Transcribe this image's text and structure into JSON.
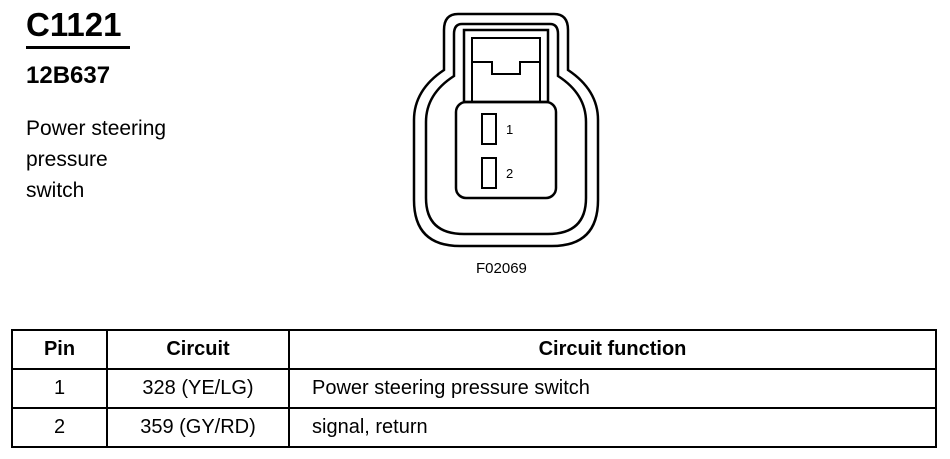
{
  "connector": {
    "code": "C1121",
    "part_number": "12B637",
    "description_lines": [
      "Power steering",
      "pressure",
      "switch"
    ],
    "figure_id": "F02069"
  },
  "diagram": {
    "pin_labels": [
      "1",
      "2"
    ]
  },
  "table": {
    "headers": [
      "Pin",
      "Circuit",
      "Circuit function"
    ],
    "rows": [
      [
        "1",
        "328 (YE/LG)",
        "Power steering pressure switch"
      ],
      [
        "2",
        "359 (GY/RD)",
        "signal, return"
      ]
    ]
  }
}
